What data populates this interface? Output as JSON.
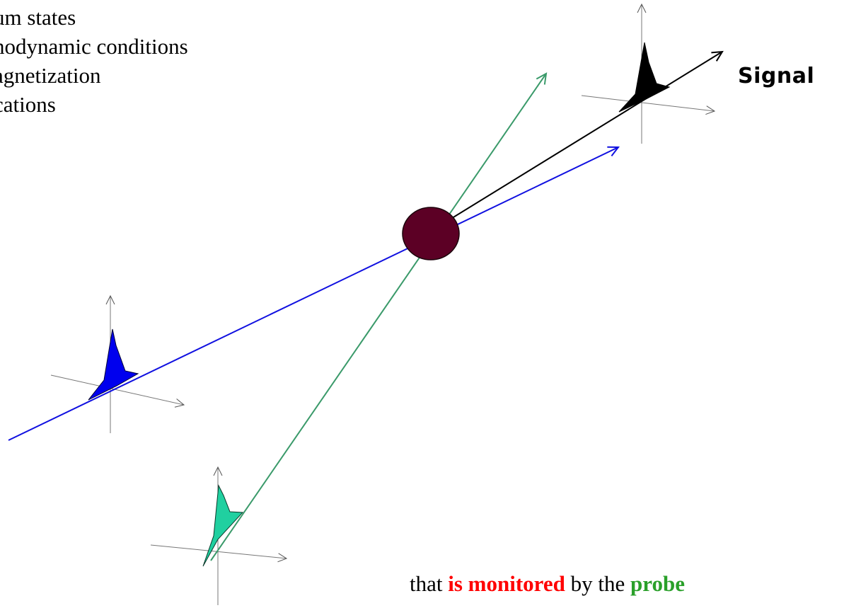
{
  "bullets": [
    "um states",
    "nodynamic conditions",
    "agnetization",
    "cations"
  ],
  "signal_label": "Signal",
  "caption": {
    "prefix": "that ",
    "highlight1": "is monitored",
    "middle": " by the ",
    "highlight2": "probe"
  },
  "colors": {
    "blue_beam": "#1010e0",
    "green_beam": "#3a9a6a",
    "signal_beam": "#000000",
    "sample": "#5c0025",
    "blue_peak": "#0000ee",
    "green_peak": "#20d0a0",
    "signal_peak": "#000000",
    "axes": "#777777",
    "monitored": "#ff0000",
    "probe": "#2aa02a"
  }
}
